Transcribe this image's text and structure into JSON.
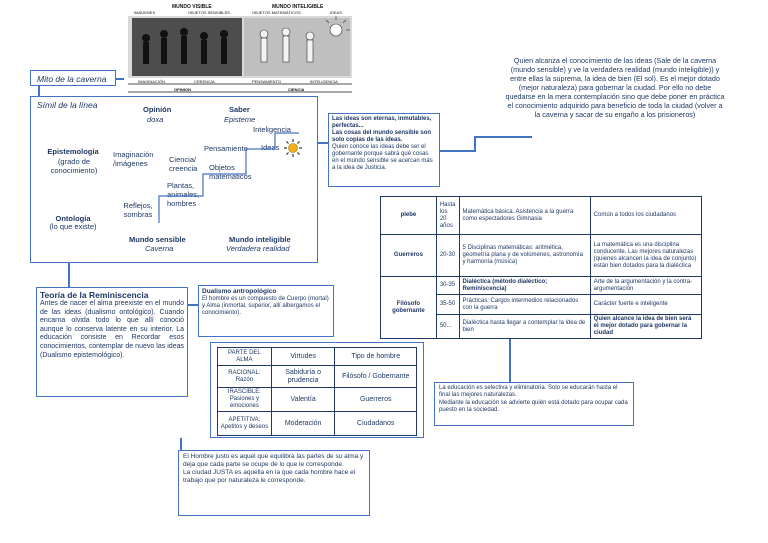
{
  "illustration": {
    "world_visible": "MUNDO VISIBLE",
    "world_intelligible": "MUNDO INTELIGIBLE",
    "sub_images": "IMÁGENES",
    "sub_objects": "OBJETOS SENSIBLES",
    "sub_math": "OBJETOS MATEMÁTICOS",
    "sub_ideas": "IDEAS",
    "band_imaginacion": "IMAGINACIÓN",
    "band_creencia": "CREENCIA",
    "band_pensamiento": "PENSAMIENTO",
    "band_inteligencia": "INTELIGENCIA",
    "opinion": "OPINION",
    "ciencia": "CIENCIA"
  },
  "myth_label": "Mito de la caverna",
  "intro_text": "Quien alcanza el conocimiento de las ideas (Sale de la caverna (mundo sensible) y ve la verdadera realidad (mundo inteligible)) y entre ellas la suprema, la idea de bien (El sol). Es el mejor dotado (mejor naturaleza) para gobernar la ciudad. Por ello no debe quedarse en la mera contemplación sino que debe poner en práctica el conocimiento adquirido para beneficio de toda la ciudad (volver a la caverna y sacar de su engaño a los prisioneros)",
  "line": {
    "title": "Símil de la línea",
    "opinion": "Opinión",
    "doxa": "doxa",
    "saber": "Saber",
    "episteme": "Episteme",
    "inteligencia": "Inteligencia",
    "ideas": "Ideas",
    "pensamiento": "Pensamiento",
    "epistemologia": "Epistemología",
    "grado": "(grado de conocimiento)",
    "imaginacion": "Imaginación /imágenes",
    "ciencia_creencia": "Ciencia/ creencia",
    "objetos_mat": "Objetos matemáticos",
    "plantas": "Plantas, animales, hombres",
    "reflejos": "Reflejos, sombras",
    "ontologia": "Ontología",
    "lo_que_existe": "(lo que existe)",
    "mundo_sensible": "Mundo sensible",
    "caverna": "Caverna",
    "mundo_inteligible": "Mundo inteligible",
    "verdadera": "Verdadera realidad"
  },
  "ideas_box": {
    "p1": "Las ideas son eternas, inmutables, perfectas...",
    "p2": "Las cosas del mundo sensible son solo copias de las ideas.",
    "p3": "Quien conoce las ideas debe ser el gobernante porque sabrá qué cosas en el mundo sensible se acercan más a la idea de Justicia."
  },
  "education_table": {
    "rows": [
      {
        "group": "plebe",
        "ages": "Hasta los 20 años",
        "subjects": "Matemática básica. Asistencia a la guerra como espectadores Gimnasia",
        "note": "Común a todos los ciudadanos"
      },
      {
        "group": "Guerreros",
        "ages": "20-30",
        "subjects": "5 Disciplinas matemáticas: aritmética, geometría plana y de volúmenes, astronomía y harmonía (música)",
        "note": "La matemática es una disciplina conducente. Las mejores naturalezas (quienes alcancen la idea de conjunto) están bien dotados para la dialéctica"
      },
      {
        "group": "Filósofo gobernante",
        "ages": "30-35",
        "subjects": "Dialéctica (método dialéctico; Reminiscencia)",
        "note": "Arte de la argumentación y la contra-argumentación"
      },
      {
        "group": "",
        "ages": "35-50",
        "subjects": "Prácticas: Cargos intermedios relacionados con la guerra",
        "note": "Carácter fuerte e inteligente"
      },
      {
        "group": "",
        "ages": "50...",
        "subjects": "Dialéctica hasta llegar a contemplar la idea de bien",
        "note": "Quien alcance la idea de bien será el mejor dotado para gobernar la ciudad"
      }
    ]
  },
  "reminiscencia": {
    "title": "Teoría de la Reminiscencia",
    "body": "Antes de nacer el alma preexiste en el mundo de las ideas (dualismo ontológico). Cuando encarna olvida todo lo que allí conoció aunque lo conserva latente en su interior. La educación consiste en Recordar esos conocimientos, contemplar de nuevo las ideas (Dualismo epistemológico)."
  },
  "dualismo": {
    "title": "Dualismo antropológico",
    "body": "El hombre es un compuesto de Cuerpo (mortal) y Alma (inmortal, superior, allí albergamos el conocimiento)."
  },
  "virtues_table": {
    "headers": [
      "PARTE DEL ALMA",
      "Virtudes",
      "Tipo de hombre"
    ],
    "rows": [
      {
        "part": "RACIONAL:",
        "sub": "Razón",
        "virtue": "Sabiduría o prudencia",
        "type": "Filósofo / Gobernante"
      },
      {
        "part": "IRASCIBLE:",
        "sub": "Pasiones y emociones",
        "virtue": "Valentía",
        "type": "Guerreros"
      },
      {
        "part": "APETITIVA:",
        "sub": "Apetitos y deseos",
        "virtue": "Moderación",
        "type": "Ciudadanos"
      }
    ]
  },
  "education_box": {
    "p1": "La educación es selectiva y eliminatoria. Solo se educarán hasta el final las mejores naturalezas.",
    "p2": "Mediante la educación se advierte quién está dotado para ocupar cada puesto en la sociedad."
  },
  "justo_box": {
    "p1": "El Hombre justo es aquel que equilibra las partes de su alma y deja que cada parte se ocupe de lo que le corresponde.",
    "p2": "La ciudad JUSTA es aquella en la que cada hombre hace el trabajo que por naturaleza le corresponde."
  },
  "colors": {
    "accent": "#4472c4",
    "text": "#1f3864",
    "sun": "#f2b01e"
  }
}
